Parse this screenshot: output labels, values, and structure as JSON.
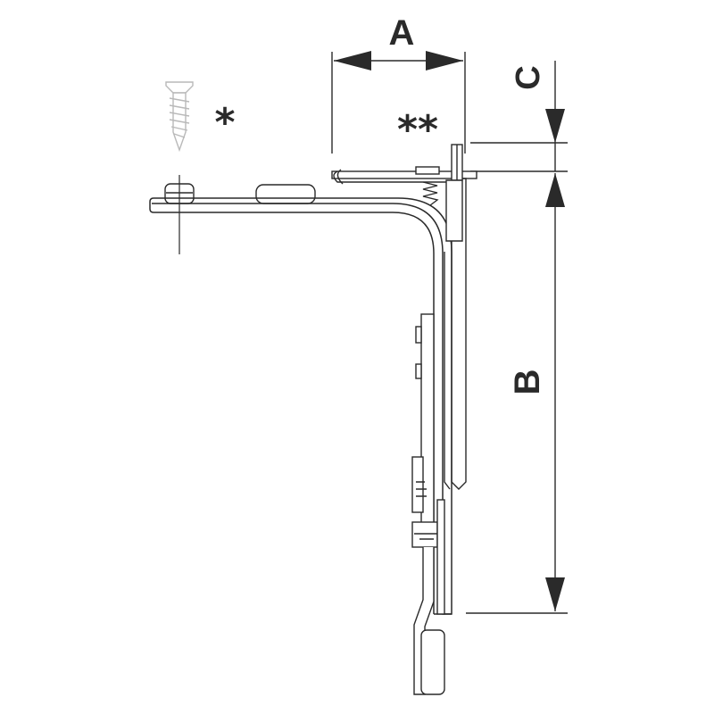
{
  "labels": {
    "dim_a": "A",
    "dim_b": "B",
    "dim_c": "C",
    "single_star": "*",
    "double_star": "**"
  },
  "colors": {
    "line": "#2a2a2a",
    "screw": "#b9b9b9",
    "background": "#ffffff"
  }
}
